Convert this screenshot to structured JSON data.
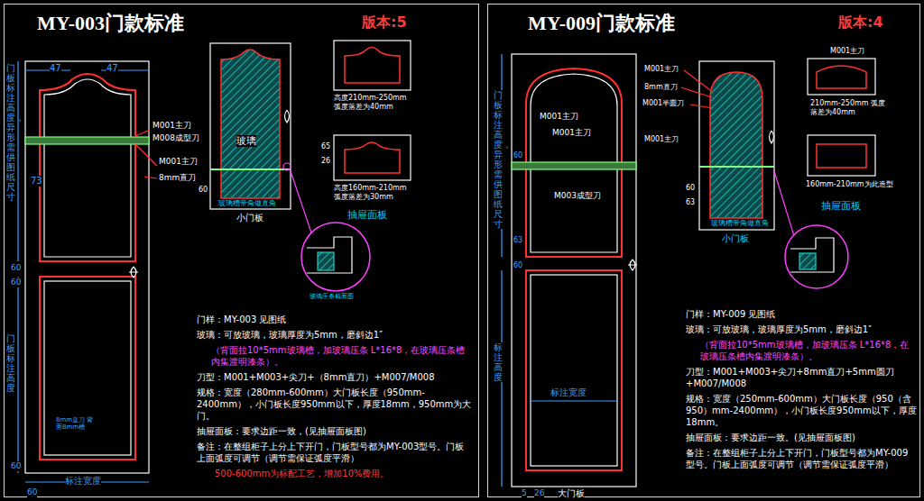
{
  "diagram": {
    "nodes": [
      {
        "text": [
          "MY-003门款标准",
          "版本:5"
        ]
      },
      {
        "text": [
          "MY-009门款标准",
          "版本:4"
        ]
      }
    ],
    "labels": [
      "47",
      "47",
      "门板标注高度，异形需供图纸尺寸",
      "M001主刀",
      "M008成型刀",
      "73",
      "M001主刀",
      "8mm直刀",
      "60",
      "60",
      "门板标注高度",
      "60",
      "8mm直刀 背面8mm槽",
      "标注宽度",
      "60",
      "玻璃",
      "60",
      "玻璃槽带角做直角",
      "小门板",
      "高度210mm-250mm 弧度落差为40mm",
      "65",
      "26",
      "高度160mm-210mm 弧度落差为30mm",
      "抽屉面板",
      "玻璃压条截面图",
      "门样：MY-003 见图纸",
      "玻璃：可放玻璃，玻璃厚度为5mm，磨斜边1″",
      "（背面拉10*5mm玻璃槽，加玻璃压条 L*16*8，在玻璃压条槽内集渡明漆条）。",
      "刀型：M001+M003+尖刀+（8mm直刀）+M007/M008",
      "规格：宽度（280mm-600mm）大门板长度（950mm-2400mm），小门板长度950mm以下，厚度18mm，950mm为大门。",
      "抽屉面板：要求边距一致，(见抽屉面板图)",
      "备注：在整组柜子上分上下开门，门板型号都为MY-003型号。门板上面弧度可调节（调节需保证弧度平滑）",
      "500-600mm为标配工艺，增加10%费用。",
      "门板标注高度，异形需供图纸尺寸",
      "标注高度",
      "M001主刀",
      "M001主刀",
      "M003成型刀",
      "60",
      "63",
      "60",
      "标注宽度",
      "5",
      "26",
      "大门板",
      "M001主刀",
      "8mm直刀",
      "M001半圆刀",
      "M001主刀",
      "60",
      "63",
      "玻璃槽带角做直角",
      "小门板",
      "M001主刀",
      "210mm-250mm 弧度落差为40mm",
      "160mm-210mm为此造型",
      "抽屉面板",
      "门样：MY-009 见图纸",
      "玻璃：可放玻璃，玻璃厚度为5mm，磨斜边1″",
      "（背面拉10*5mm玻璃槽，加玻璃压条 L*16*8，在玻璃压条槽内集渡明漆条）。",
      "刀型：M001+M003+尖刀+8mm直刀+5mm圆刀+M007/M008",
      "规格：宽度（250mm-600mm）大门板长度（950（含950）mm-2400mm），小门板长度950mm以下，厚度18mm。",
      "抽屉面板：要求边距一致。(见抽屉面板图)",
      "备注：在整组柜子上分上下开门，门板型号都为MY-009型号。门板上面弧度可调节（调节需保证弧度平滑）"
    ]
  }
}
